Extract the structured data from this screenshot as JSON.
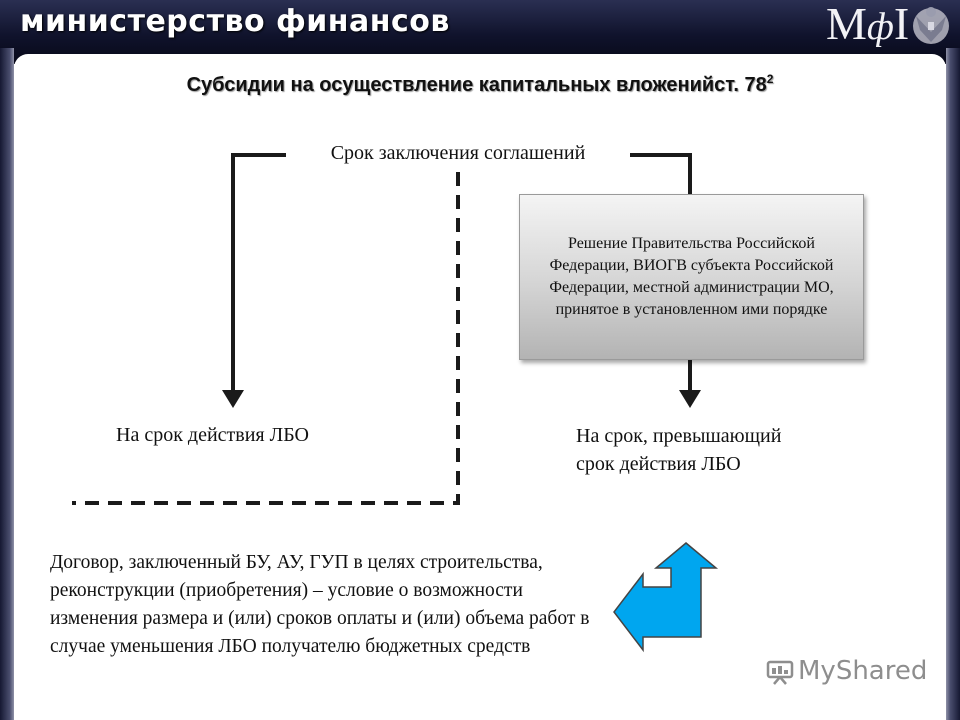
{
  "header": {
    "brand": "министерство финансов",
    "logo_letter_1": "М",
    "logo_letter_2": "ф",
    "logo_letter_3": "I"
  },
  "title": "Субсидии на осуществление капитальных вложенийст. 78",
  "title_superscript": "2",
  "diagram": {
    "term_title": "Срок заключения соглашений",
    "decision_box": "Решение Правительства Российской Федерации, ВИОГВ субъекта Российской Федерации, местной администрации МО, принятое в установленном ими порядке",
    "left_label": "На срок действия ЛБО",
    "right_label_line1": "На срок, превышающий",
    "right_label_line2": "срок действия ЛБО",
    "contract_text": "Договор, заключенный БУ, АУ, ГУП в целях строительства, реконструкции (приобретения) – условие о возможности изменения размера и (или) сроков оплаты и (или) объема работ в случае уменьшения ЛБО получателю бюджетных средств"
  },
  "watermark": "MyShared",
  "colors": {
    "header_bg": "#10132c",
    "arrow_blue": "#00a6ef",
    "line_dark": "#1a1a1a"
  }
}
